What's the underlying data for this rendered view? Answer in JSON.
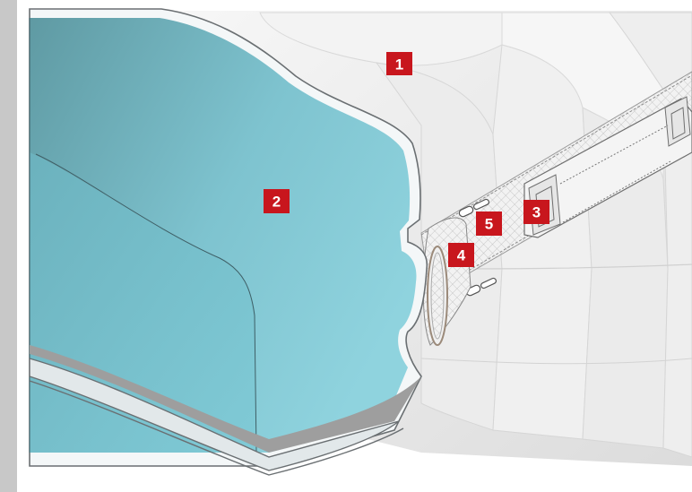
{
  "colors": {
    "side_strip": "#c8c8c8",
    "marker_fill": "#c8161d",
    "marker_text": "#ffffff",
    "foam_core": "#7ec3cf",
    "cover_fabric": "#ededed"
  },
  "markers": [
    {
      "label": "1",
      "part": "quilted-cover"
    },
    {
      "label": "2",
      "part": "foam-core"
    },
    {
      "label": "3",
      "part": "handle"
    },
    {
      "label": "4",
      "part": "cover-inner-layer"
    },
    {
      "label": "5",
      "part": "zipper"
    }
  ]
}
